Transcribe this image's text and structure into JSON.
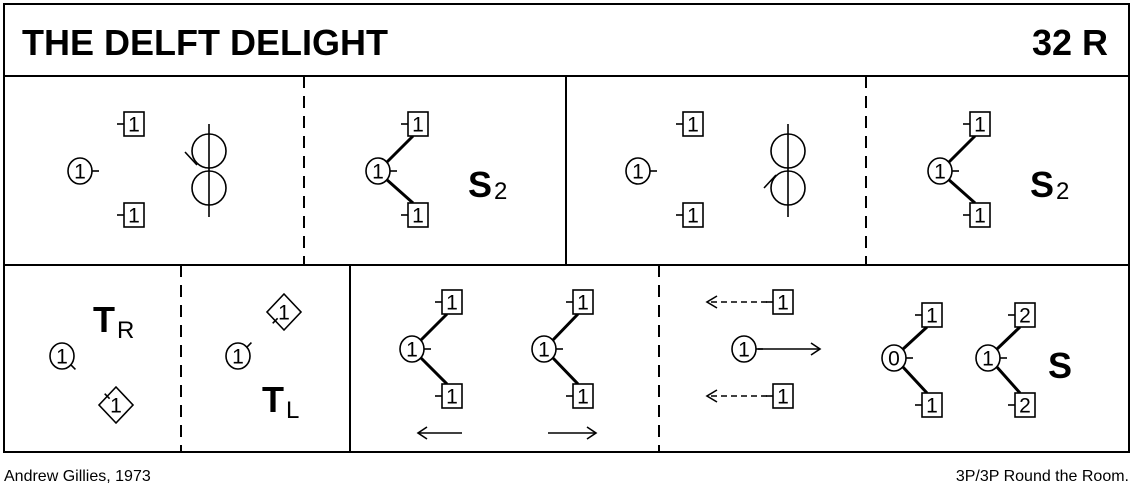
{
  "header": {
    "title": "THE DELFT DELIGHT",
    "tempo": "32 R"
  },
  "footer": {
    "author": "Andrew Gillies, 1973",
    "formation": "3P/3P Round the Room."
  },
  "figures": {
    "setting_s": "S",
    "setting_sub": "2",
    "turn_t": "T",
    "turn_right_sub": "R",
    "turn_left_sub": "L",
    "final_setting": "S"
  },
  "dancers": {
    "p1": [
      "1",
      "1",
      "1"
    ],
    "p2": [
      "1",
      "1",
      "1"
    ],
    "p3": [
      "1",
      "1",
      "1"
    ],
    "p4": [
      "1",
      "1",
      "1"
    ],
    "pa": [
      "1",
      "1"
    ],
    "pb": [
      "1",
      "1"
    ],
    "pc": [
      "1",
      "1",
      "1",
      "1",
      "1",
      "1"
    ],
    "pd": [
      "1",
      "1",
      "1",
      "0",
      "1",
      "1",
      "1",
      "2",
      "2"
    ]
  }
}
